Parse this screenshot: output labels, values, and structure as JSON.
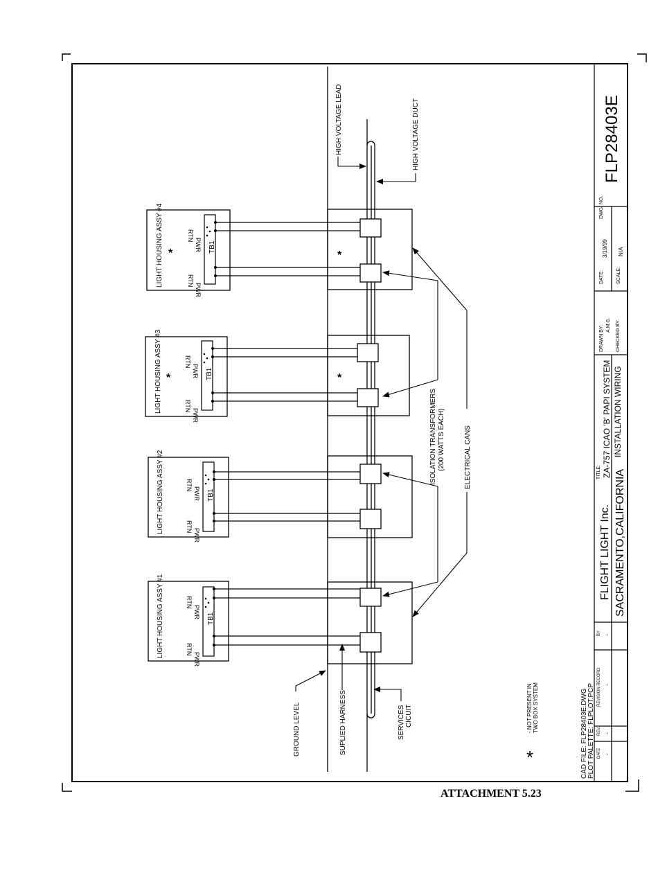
{
  "title_block": {
    "dwg_no_label": "DWG. NO.",
    "dwg_no": "FLP28403E",
    "date_label": "DATE:",
    "date": "3/19/99",
    "scale_label": "SCALE:",
    "scale": "N/A",
    "drawn_by_label": "DRAWN BY:",
    "drawn_by": "A.M.G.",
    "checked_by_label": "CHECKED BY:",
    "checked_by": "",
    "title_label": "TITLE:",
    "title_line1": "ZA-757 ICAO 'B' PAPI SYSTEM",
    "title_line2": "INSTALLATION WIRING",
    "company": "FLIGHT LIGHT Inc.",
    "location": "SACRAMENTO,CALIFORNIA",
    "revision": {
      "date_label": "DATE",
      "rev_label": "REV.",
      "record_label": "REVISION RECORD",
      "by_label": "BY",
      "date": "-",
      "rev": "-",
      "record": "-",
      "by": "-"
    },
    "cad_file": "CAD FILE: FLP28403E.DWG",
    "plot_palette": "PLOT PALETTE: FLPLOT.PCP"
  },
  "diagram": {
    "housings": [
      {
        "label": "LIGHT HOUSING ASSY #1",
        "asterisk": false
      },
      {
        "label": "LIGHT HOUSING ASSY #2",
        "asterisk": false
      },
      {
        "label": "LIGHT HOUSING ASSY #3",
        "asterisk": true
      },
      {
        "label": "LIGHT HOUSING ASSY #4",
        "asterisk": true
      }
    ],
    "terminal_block": "TB1",
    "pwr": "PWR",
    "rtn": "RTN",
    "asterisk": "*",
    "labels": {
      "high_voltage_lead": "HIGH VOLTAGE LEAD",
      "high_voltage_duct": "HIGH VOLTAGE DUCT",
      "isolation_transformers_1": "ISOLATION TRANSFORMERS",
      "isolation_transformers_2": "(200 WATTS EACH)",
      "electrical_cans": "ELECTRICAL CANS",
      "ground_level": "GROUND LEVEL",
      "supplied_harness": "SUPLIED HARNESS",
      "services_circuit_1": "SERVICES",
      "services_circuit_2": "CICUIT"
    },
    "note_line1": "- NOT PRESENT IN",
    "note_line2": "TWO BOX SYSTEM"
  },
  "attachment": "ATTACHMENT 5.23"
}
